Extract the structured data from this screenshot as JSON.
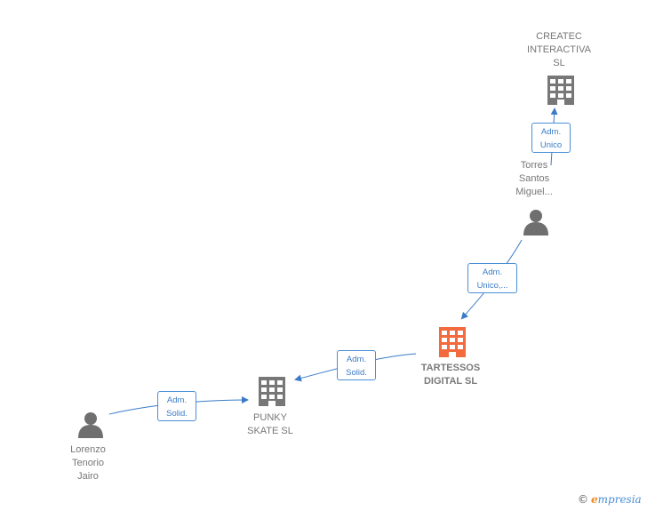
{
  "colors": {
    "company": "#777777",
    "company_highlight": "#f26a3d",
    "person": "#6f6f6f",
    "edge": "#3a7bc8"
  },
  "nodes": {
    "createc": {
      "label": "CREATEC\nINTERACTIVA\nSL",
      "icon": "building-icon"
    },
    "torres": {
      "label": "Torres\nSantos\nMiguel...",
      "icon": "person-icon"
    },
    "tartessos": {
      "label": "TARTESSOS\nDIGITAL  SL",
      "icon": "building-icon"
    },
    "punky": {
      "label": "PUNKY\nSKATE  SL",
      "icon": "building-icon"
    },
    "lorenzo": {
      "label": "Lorenzo\nTenorio\nJairo",
      "icon": "person-icon"
    }
  },
  "edges": {
    "torres_createc": "Adm.\nUnico",
    "torres_tartessos": "Adm.\nUnico,...",
    "tartessos_punky": "Adm.\nSolid.",
    "lorenzo_punky": "Adm.\nSolid."
  },
  "brand": {
    "copyright": "©",
    "e": "e",
    "name": "mpresia"
  }
}
